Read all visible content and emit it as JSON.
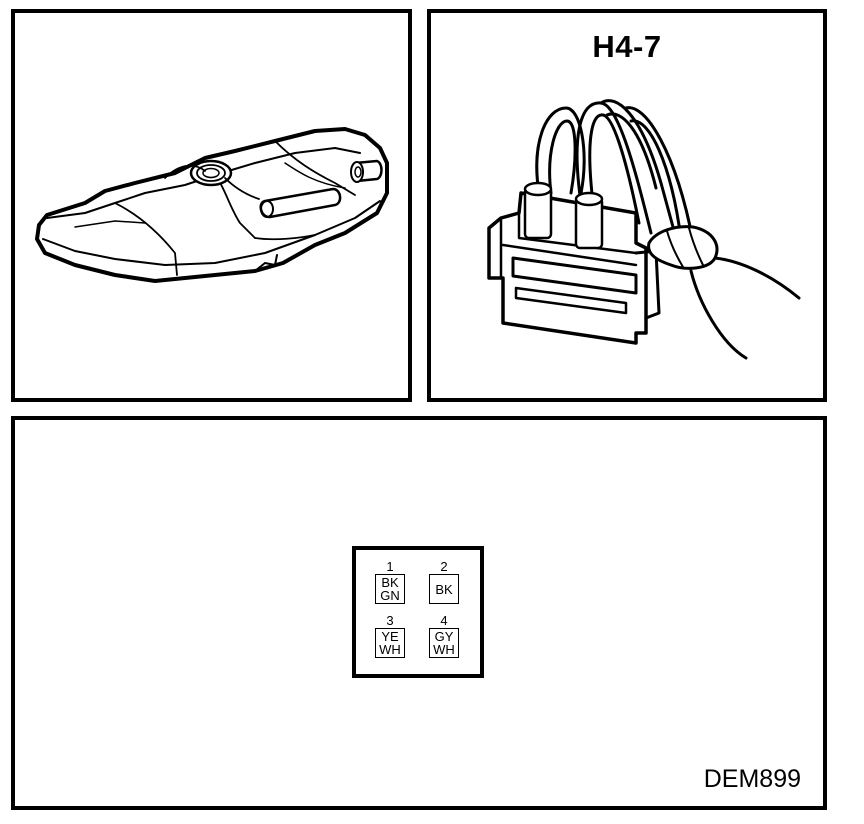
{
  "connector_panel": {
    "title": "H4-7"
  },
  "pinout": {
    "pins": [
      {
        "number": "1",
        "color_top": "BK",
        "color_bottom": "GN"
      },
      {
        "number": "2",
        "color_top": "BK",
        "color_bottom": ""
      },
      {
        "number": "3",
        "color_top": "YE",
        "color_bottom": "WH"
      },
      {
        "number": "4",
        "color_top": "GY",
        "color_bottom": "WH"
      }
    ]
  },
  "footer": {
    "code": "DEM899"
  }
}
